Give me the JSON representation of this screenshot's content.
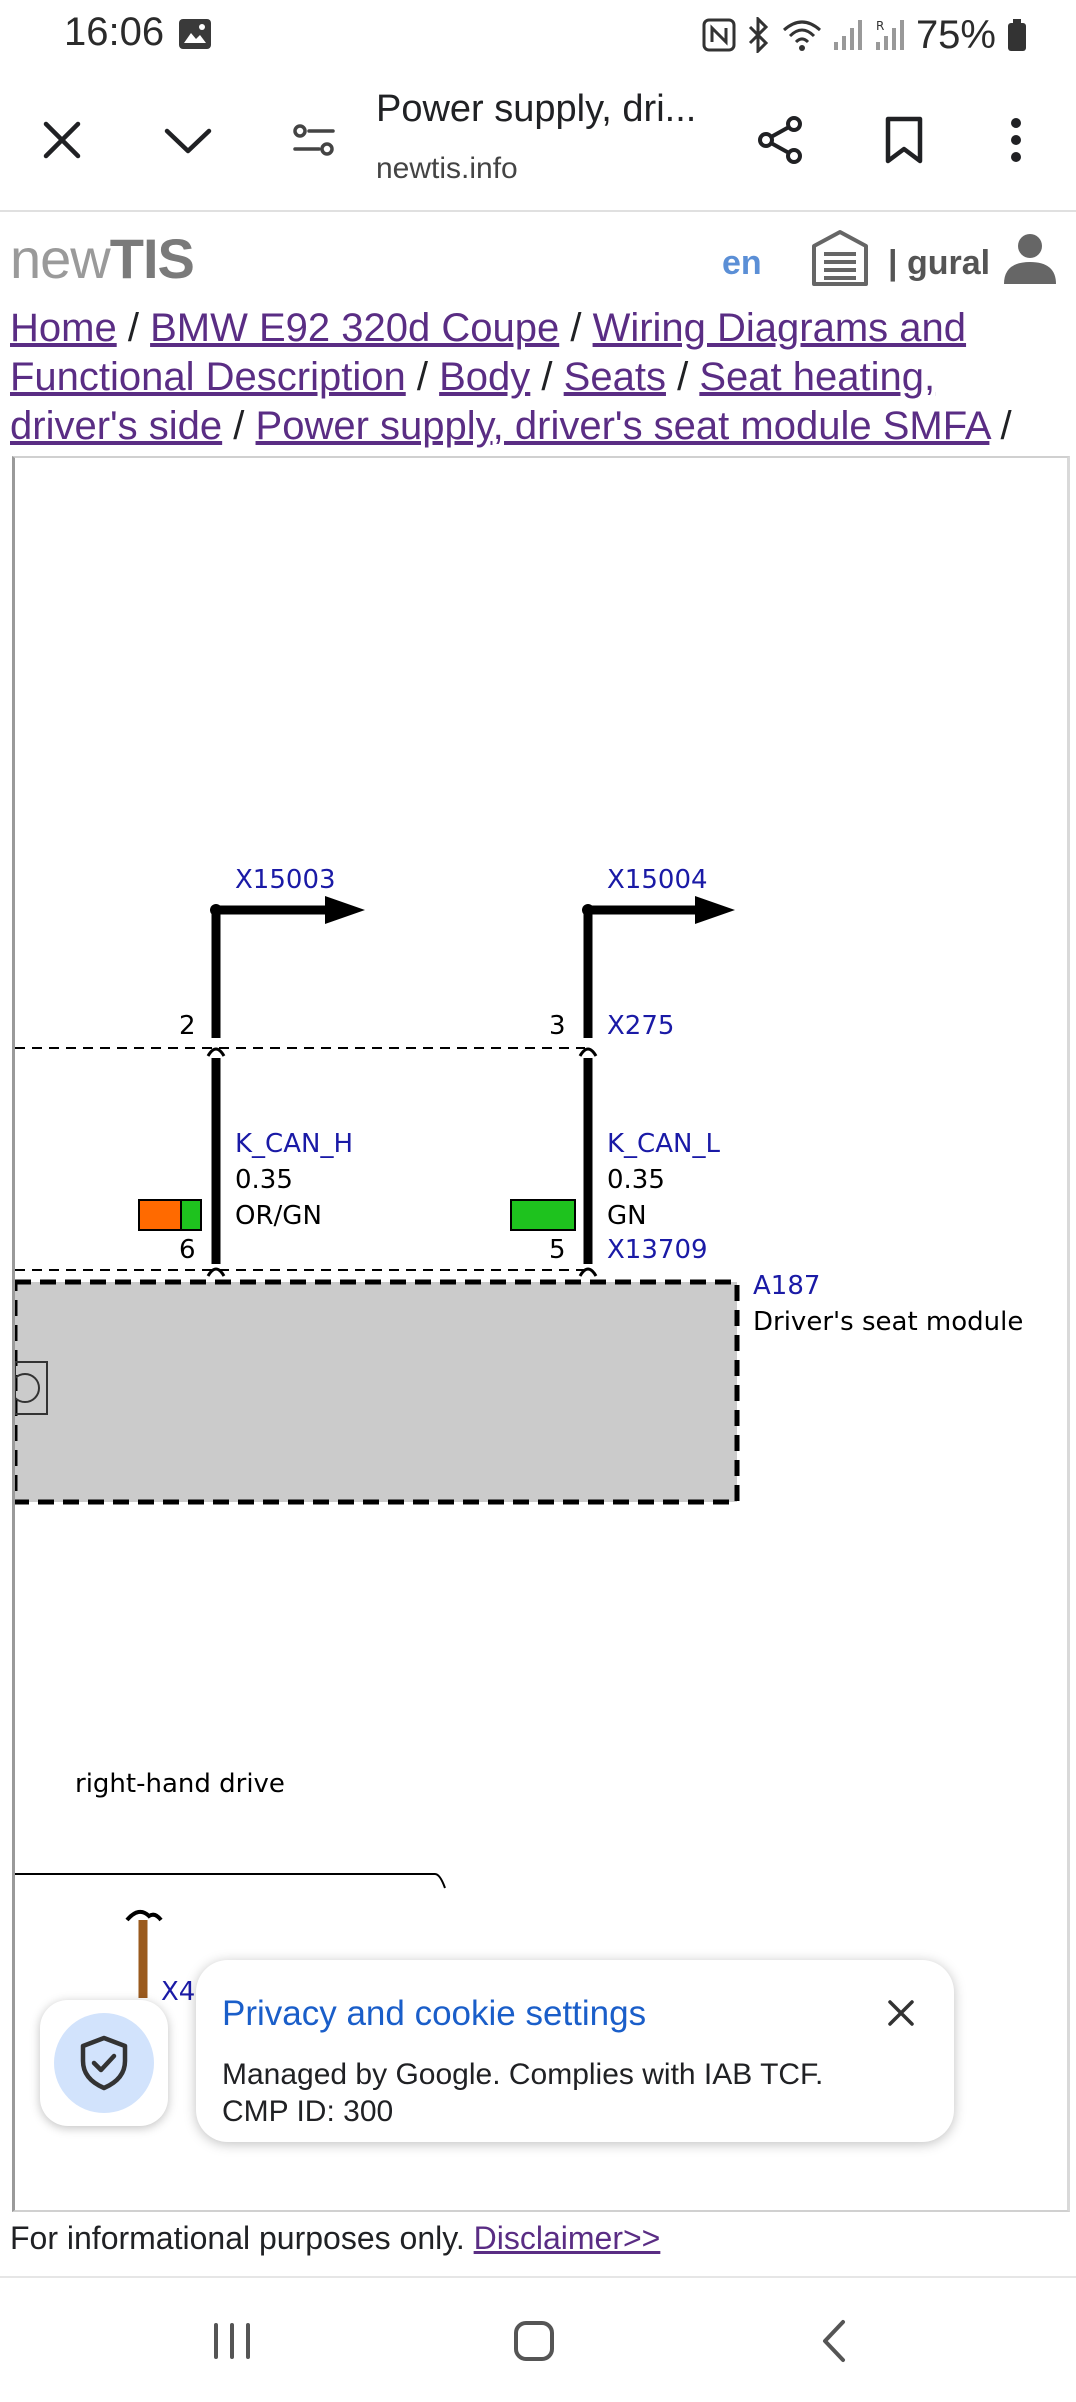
{
  "status_bar": {
    "time": "16:06",
    "battery": "75%"
  },
  "toolbar": {
    "page_title": "Power supply, dri...",
    "url": "newtis.info"
  },
  "site": {
    "logo_light": "new",
    "logo_bold": "TIS",
    "language": "en",
    "user_prefix": "|",
    "username": "gural"
  },
  "breadcrumb": {
    "items": [
      "Home",
      "BMW E92 320d Coupe",
      "Wiring Diagrams and Functional Description",
      "Body",
      "Seats",
      "Seat heating, driver's side",
      "Power supply, driver's seat module SMFA"
    ],
    "separator": "/"
  },
  "diagram": {
    "connectors": {
      "left_top": "X15003",
      "right_top": "X15004",
      "mid": "X275",
      "bottom": "X13709",
      "partial": "X4"
    },
    "pins": {
      "p2": "2",
      "p3": "3",
      "p6": "6",
      "p5": "5"
    },
    "wire_left": {
      "name": "K_CAN_H",
      "size": "0.35",
      "color_code": "OR/GN"
    },
    "wire_right": {
      "name": "K_CAN_L",
      "size": "0.35",
      "color_code": "GN"
    },
    "module": {
      "id": "A187",
      "name": "Driver's seat module"
    },
    "note": "right-hand drive",
    "colors": {
      "orange": "#ff6a00",
      "green": "#1ec21e",
      "label_blue": "#1a1aa6"
    }
  },
  "footer": {
    "note": "For informational purposes only.",
    "disclaimer_link": "Disclaimer>>"
  },
  "consent": {
    "title": "Privacy and cookie settings",
    "body": "Managed by Google. Complies with IAB TCF. CMP ID: 300"
  }
}
